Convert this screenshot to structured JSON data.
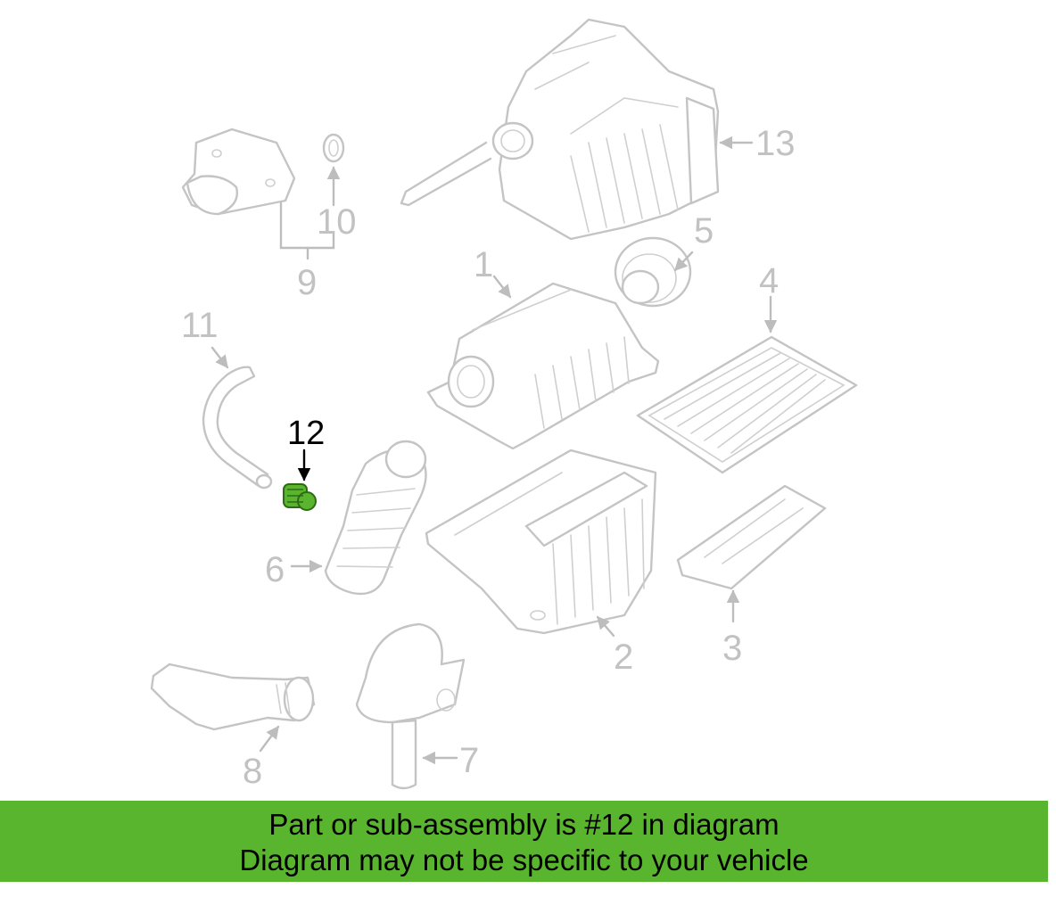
{
  "diagram": {
    "callouts": [
      "1",
      "2",
      "3",
      "4",
      "5",
      "6",
      "7",
      "8",
      "9",
      "10",
      "11",
      "12",
      "13"
    ],
    "highlighted_part": "12",
    "highlight_color": "#59b52e"
  },
  "banner": {
    "line1": "Part or sub-assembly is #12 in diagram",
    "line2": "Diagram may not be specific to your vehicle",
    "background": "#59b52e"
  }
}
